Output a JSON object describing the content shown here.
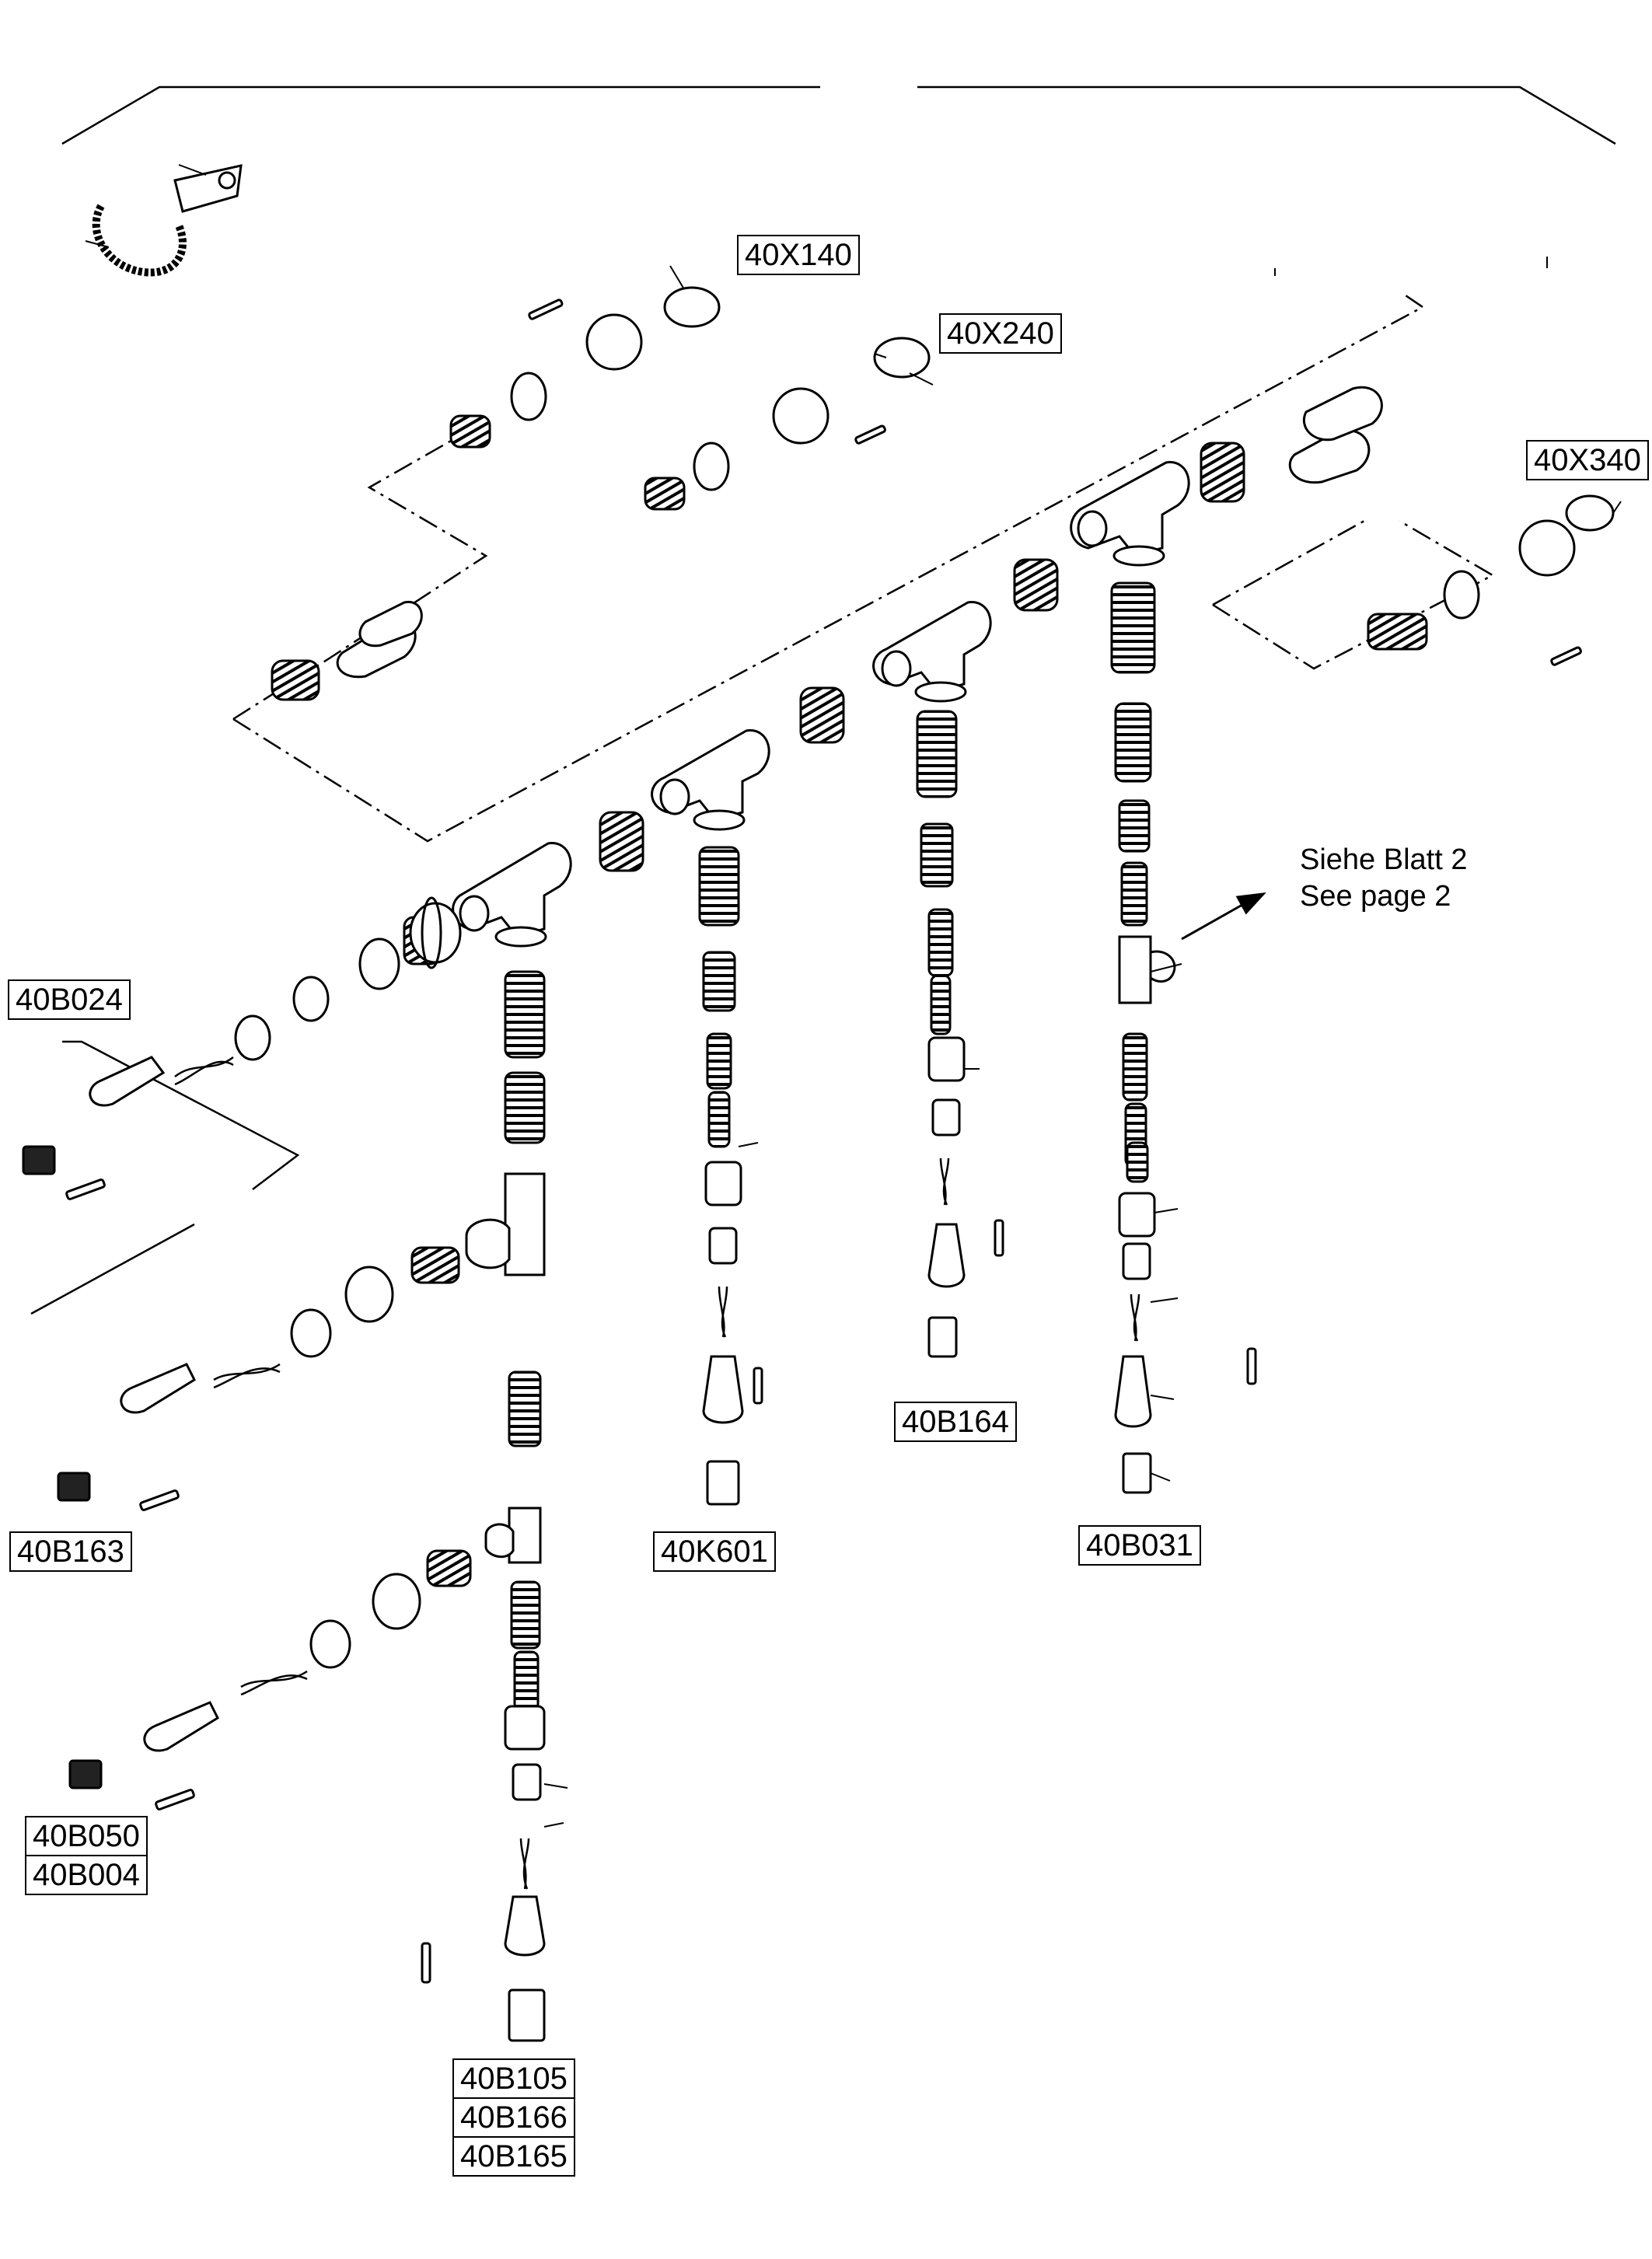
{
  "reference": {
    "line_de": "Siehe Blatt 2",
    "line_en": "See page 2"
  },
  "labels": {
    "x140": "40X140",
    "x240": "40X240",
    "x340": "40X340",
    "b024": "40B024",
    "b163": "40B163",
    "b050": "40B050",
    "b004": "40B004",
    "k601": "40K601",
    "b164": "40B164",
    "b031": "40B031",
    "b105": "40B105",
    "b166": "40B166",
    "b165": "40B165"
  }
}
